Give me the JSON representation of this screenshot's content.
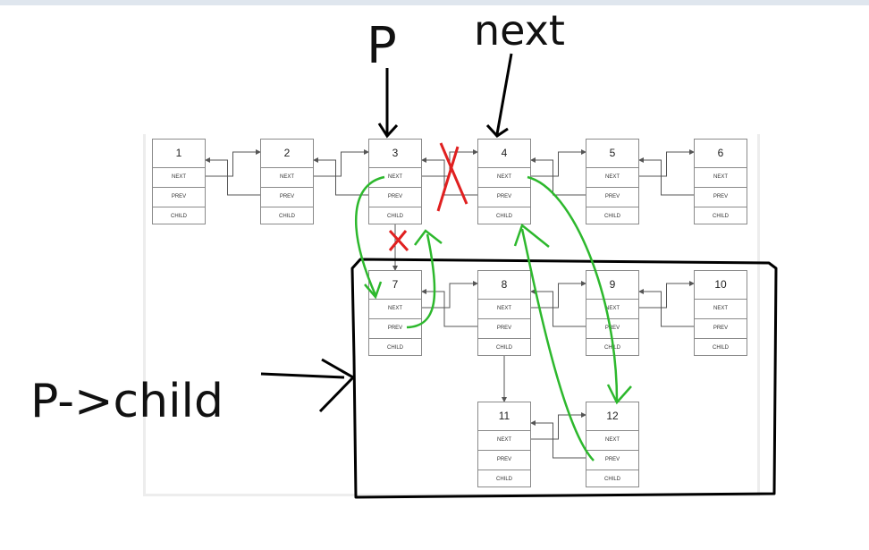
{
  "field_labels": {
    "next": "NEXT",
    "prev": "PREV",
    "child": "CHILD"
  },
  "nodes": [
    {
      "id": "1"
    },
    {
      "id": "2"
    },
    {
      "id": "3"
    },
    {
      "id": "4"
    },
    {
      "id": "5"
    },
    {
      "id": "6"
    },
    {
      "id": "7"
    },
    {
      "id": "8"
    },
    {
      "id": "9"
    },
    {
      "id": "10"
    },
    {
      "id": "11"
    },
    {
      "id": "12"
    }
  ],
  "edges": [
    {
      "from": "1",
      "to": "2",
      "type": "next"
    },
    {
      "from": "2",
      "to": "1",
      "type": "prev"
    },
    {
      "from": "2",
      "to": "3",
      "type": "next"
    },
    {
      "from": "3",
      "to": "2",
      "type": "prev"
    },
    {
      "from": "3",
      "to": "4",
      "type": "next"
    },
    {
      "from": "4",
      "to": "3",
      "type": "prev"
    },
    {
      "from": "4",
      "to": "5",
      "type": "next"
    },
    {
      "from": "5",
      "to": "4",
      "type": "prev"
    },
    {
      "from": "5",
      "to": "6",
      "type": "next"
    },
    {
      "from": "6",
      "to": "5",
      "type": "prev"
    },
    {
      "from": "3",
      "to": "7",
      "type": "child"
    },
    {
      "from": "7",
      "to": "8",
      "type": "next"
    },
    {
      "from": "8",
      "to": "7",
      "type": "prev"
    },
    {
      "from": "8",
      "to": "9",
      "type": "next"
    },
    {
      "from": "9",
      "to": "8",
      "type": "prev"
    },
    {
      "from": "9",
      "to": "10",
      "type": "next"
    },
    {
      "from": "10",
      "to": "9",
      "type": "prev"
    },
    {
      "from": "8",
      "to": "11",
      "type": "child"
    },
    {
      "from": "11",
      "to": "12",
      "type": "next"
    },
    {
      "from": "12",
      "to": "11",
      "type": "prev"
    }
  ],
  "annotations": {
    "p_label": "P",
    "next_label": "next",
    "p_child_label": "P->child",
    "ink_color": "#000000",
    "green_color": "#2db82d",
    "red_color": "#e02020"
  }
}
